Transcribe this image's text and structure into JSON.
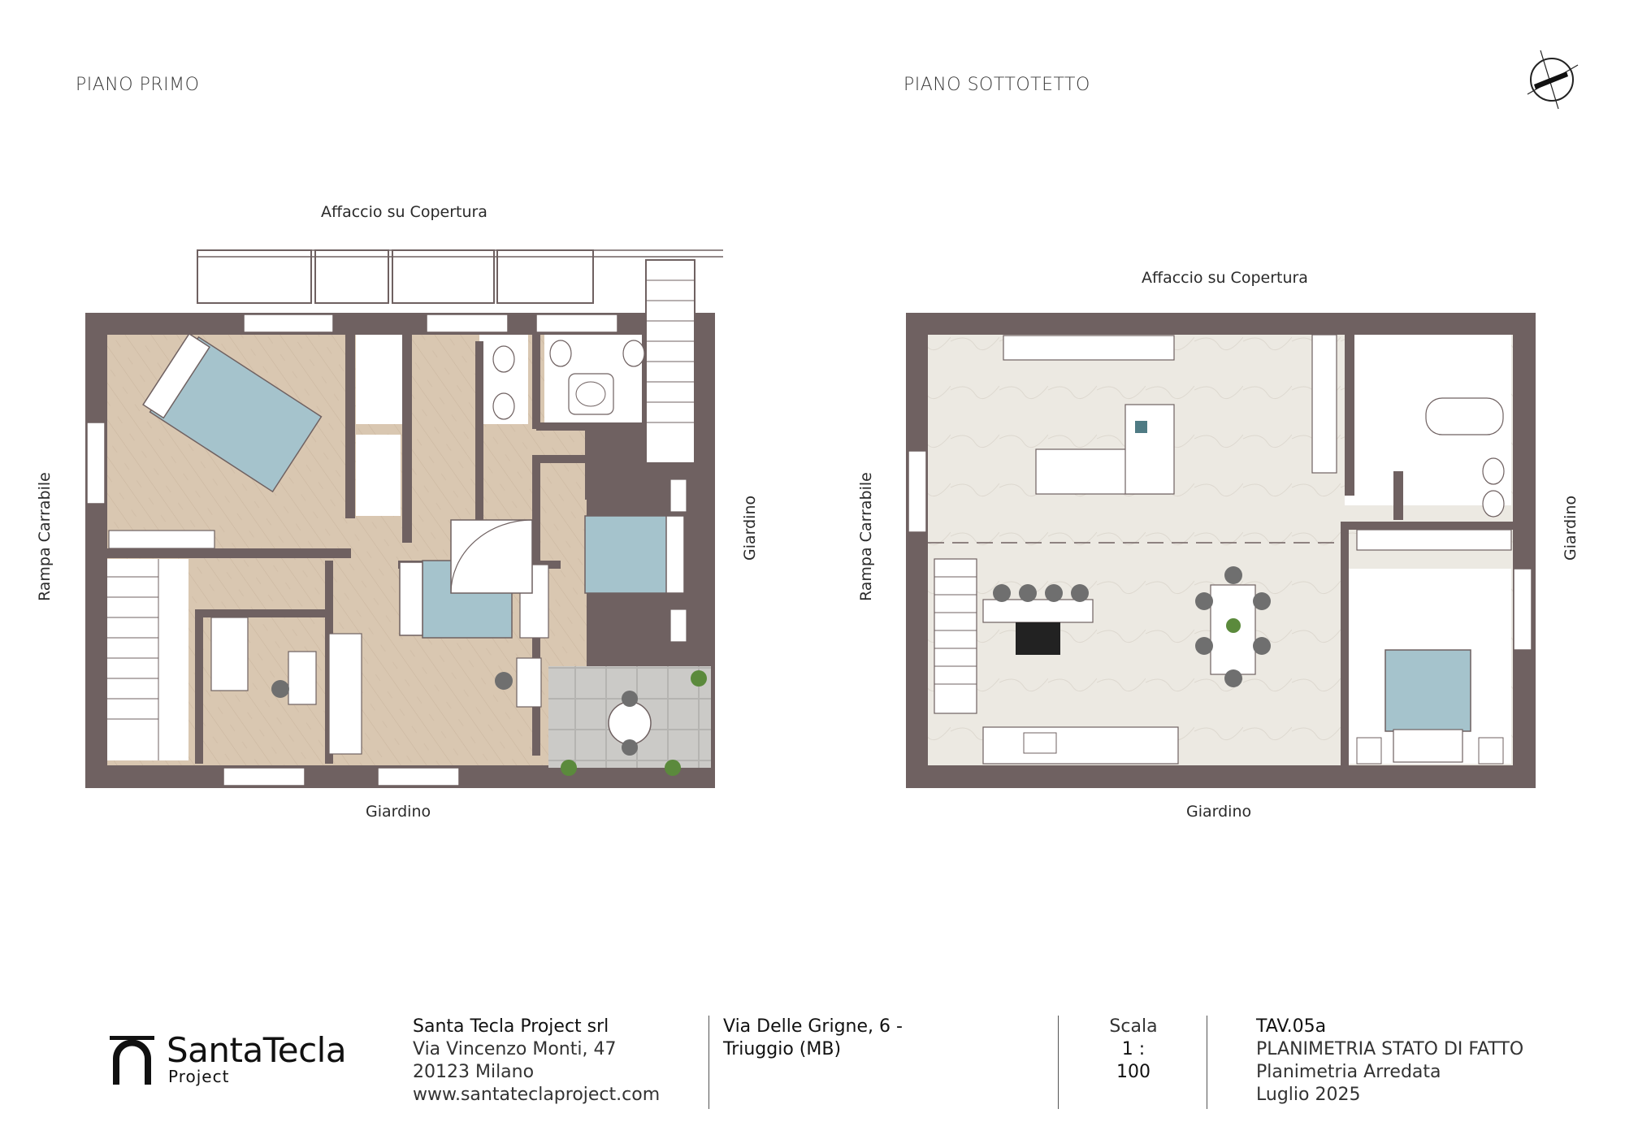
{
  "plans": {
    "left": {
      "title": "PIANO PRIMO",
      "top_label": "Affaccio su Copertura",
      "bottom_label": "Giardino",
      "left_label": "Rampa Carrabile",
      "right_label": "Giardino"
    },
    "right": {
      "title": "PIANO SOTTOTETTO",
      "top_label": "Affaccio su Copertura",
      "bottom_label": "Giardino",
      "left_label": "Rampa Carrabile",
      "right_label": "Giardino"
    }
  },
  "footer": {
    "logo_main": "SantaTecla",
    "logo_sub": "Project",
    "company": {
      "name": "Santa Tecla Project srl",
      "address": "Via Vincenzo Monti, 47",
      "city": "20123 Milano",
      "web": "www.santateclaproject.com"
    },
    "site": {
      "line1": "Via Delle Grigne, 6 -",
      "line2": "Triuggio (MB)"
    },
    "scale": {
      "label": "Scala",
      "value": "1 : 100"
    },
    "sheet": {
      "code": "TAV.05a",
      "title": "PLANIMETRIA STATO DI FATTO",
      "subtitle": "Planimetria Arredata",
      "date": "Luglio 2025"
    }
  },
  "colors": {
    "wall": "#6f6161",
    "wood": "#d8c6b0",
    "marble": "#ece9e2",
    "bed": "#a5c3cc",
    "tile": "#c9c9c7"
  }
}
